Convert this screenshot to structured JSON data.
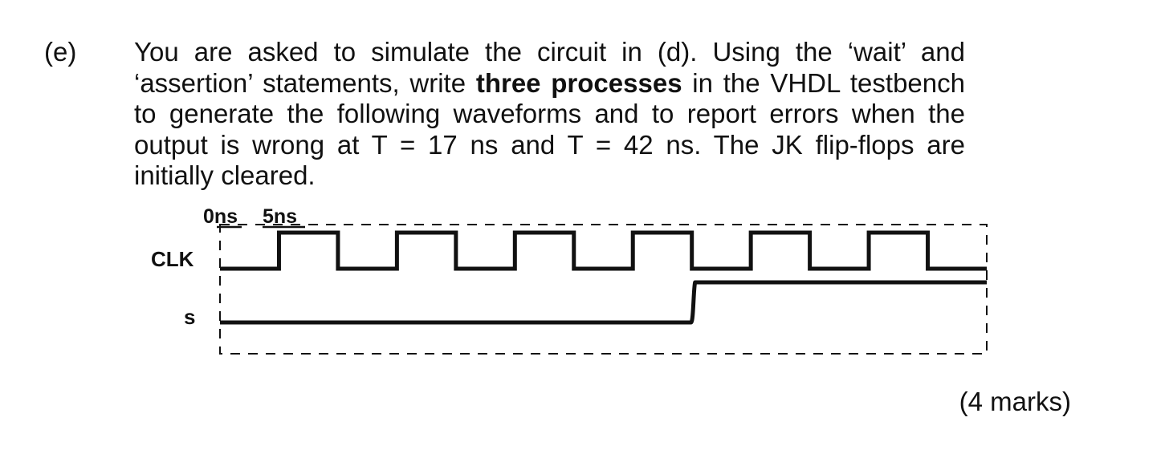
{
  "question": {
    "label": "(e)",
    "text_part1": "You are asked to simulate the circuit in (d). Using the ‘wait’ and ‘assertion’ statements, write ",
    "text_bold": "three processes",
    "text_part2": " in the VHDL testbench to generate the following waveforms and to report errors when the output is wrong at T = 17 ns and T = 42 ns. The JK flip-flops are initially cleared.",
    "marks": "(4 marks)"
  },
  "waveform": {
    "time_labels": [
      "0ns",
      "5ns"
    ],
    "signals": [
      {
        "name": "CLK",
        "kind": "clock",
        "period_ns": 10,
        "first_rise_ns": 5,
        "duty": 0.5
      },
      {
        "name": "s",
        "kind": "step",
        "initial": 0,
        "final": 1,
        "transition_ns": 40
      }
    ],
    "t_end_ns": 65
  }
}
